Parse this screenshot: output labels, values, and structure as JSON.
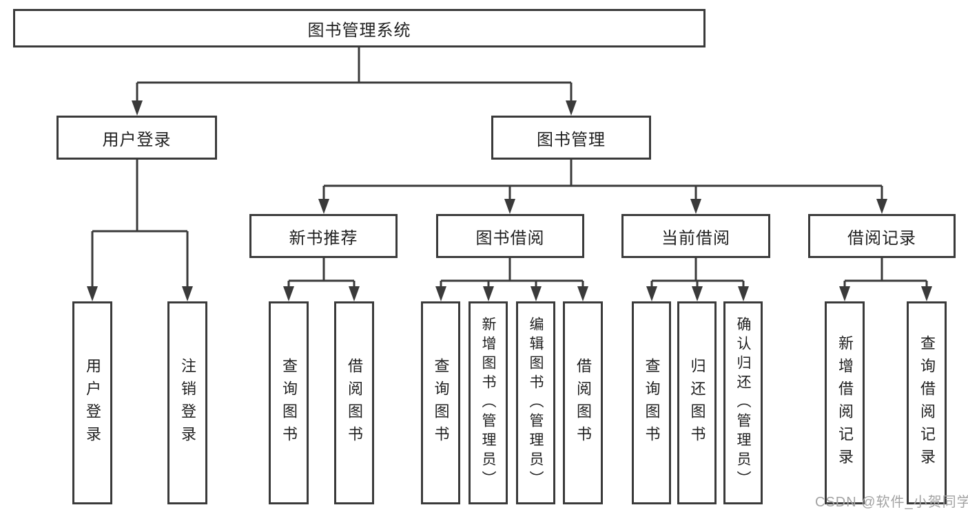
{
  "diagram": {
    "tree": {
      "root": {
        "label": "图书管理系统",
        "children": [
          {
            "label": "用户登录",
            "children": [
              {
                "label": "用户登录"
              },
              {
                "label": "注销登录"
              }
            ]
          },
          {
            "label": "图书管理",
            "children": [
              {
                "label": "新书推荐",
                "children": [
                  {
                    "label": "查询图书"
                  },
                  {
                    "label": "借阅图书"
                  }
                ]
              },
              {
                "label": "图书借阅",
                "children": [
                  {
                    "label": "查询图书"
                  },
                  {
                    "label": "新增图书（管理员）"
                  },
                  {
                    "label": "编辑图书（管理员）"
                  },
                  {
                    "label": "借阅图书"
                  }
                ]
              },
              {
                "label": "当前借阅",
                "children": [
                  {
                    "label": "查询图书"
                  },
                  {
                    "label": "归还图书"
                  },
                  {
                    "label": "确认归还（管理员）"
                  }
                ]
              },
              {
                "label": "借阅记录",
                "children": [
                  {
                    "label": "新增借阅记录"
                  },
                  {
                    "label": "查询借阅记录"
                  }
                ]
              }
            ]
          }
        ]
      }
    },
    "colors": {
      "line": "#3a3a3a",
      "text": "#1f1f1f",
      "box_background": "#ffffff",
      "page_background": "#ffffff",
      "watermark": "#a3a3a3"
    }
  },
  "watermark": {
    "text": "CSDN @软件_小贺同学"
  }
}
